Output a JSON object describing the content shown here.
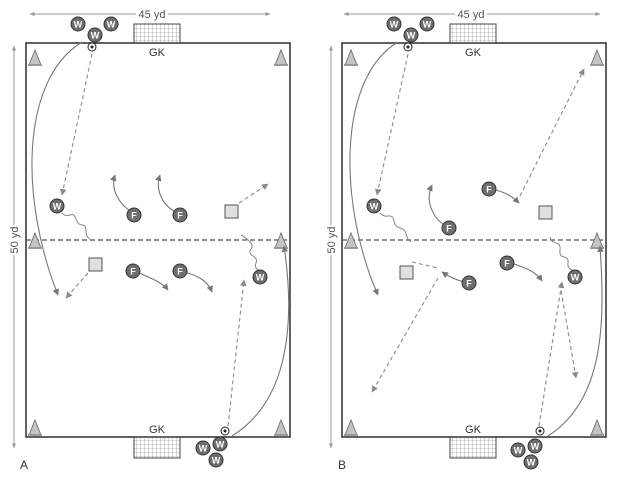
{
  "panels": [
    {
      "id": "A",
      "letter": "A",
      "width_label": "45 yd",
      "length_label": "50 yd",
      "gk_top": "GK",
      "gk_bottom": "GK"
    },
    {
      "id": "B",
      "letter": "B",
      "width_label": "45 yd",
      "length_label": "50 yd",
      "gk_top": "GK",
      "gk_bottom": "GK"
    }
  ],
  "token_letters": {
    "wide_player": "W",
    "forward": "F"
  },
  "colors": {
    "field_line": "#3a3a3a",
    "run_line": "#777777",
    "pass_line": "#8a8a8a",
    "midline": "#555555",
    "player_fill": "#6e6e6e",
    "player_stroke": "#333333",
    "cone_fill": "#c4c4c4",
    "goal_net": "#d0d0d0",
    "square_fill": "#e0e0e0",
    "dimension_line": "#9a9a9a",
    "text": "#333333"
  }
}
